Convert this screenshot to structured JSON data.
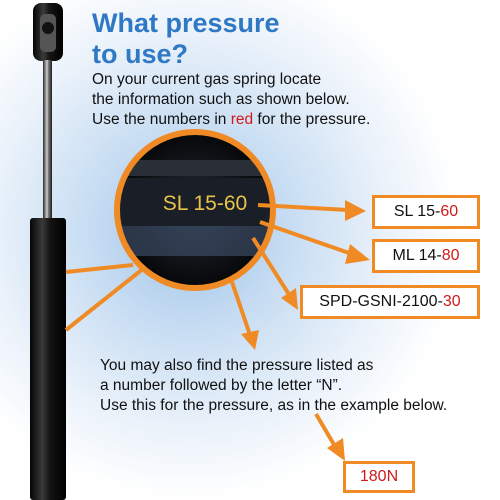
{
  "title_line1": "What pressure",
  "title_line2": "to use?",
  "intro": {
    "line1": "On your current gas spring locate",
    "line2": "the information such as shown below.",
    "line3_before": "Use the numbers in ",
    "line3_red": "red",
    "line3_after": " for the pressure."
  },
  "lens_text": "SL 15-60",
  "examples": [
    {
      "prefix": "SL 15-",
      "pressure": "60"
    },
    {
      "prefix": "ML 14-",
      "pressure": "80"
    },
    {
      "prefix": "SPD-GSNI-2100-",
      "pressure": "30"
    }
  ],
  "note": {
    "line1": "You may also find the pressure listed as",
    "line2": "a number followed by the letter “N”.",
    "line3": "Use this for the pressure, as in the example below."
  },
  "newton_example": "180N",
  "colors": {
    "accent_orange": "#f08a24",
    "title_blue": "#2f78c4",
    "pressure_red": "#d11a1a"
  }
}
